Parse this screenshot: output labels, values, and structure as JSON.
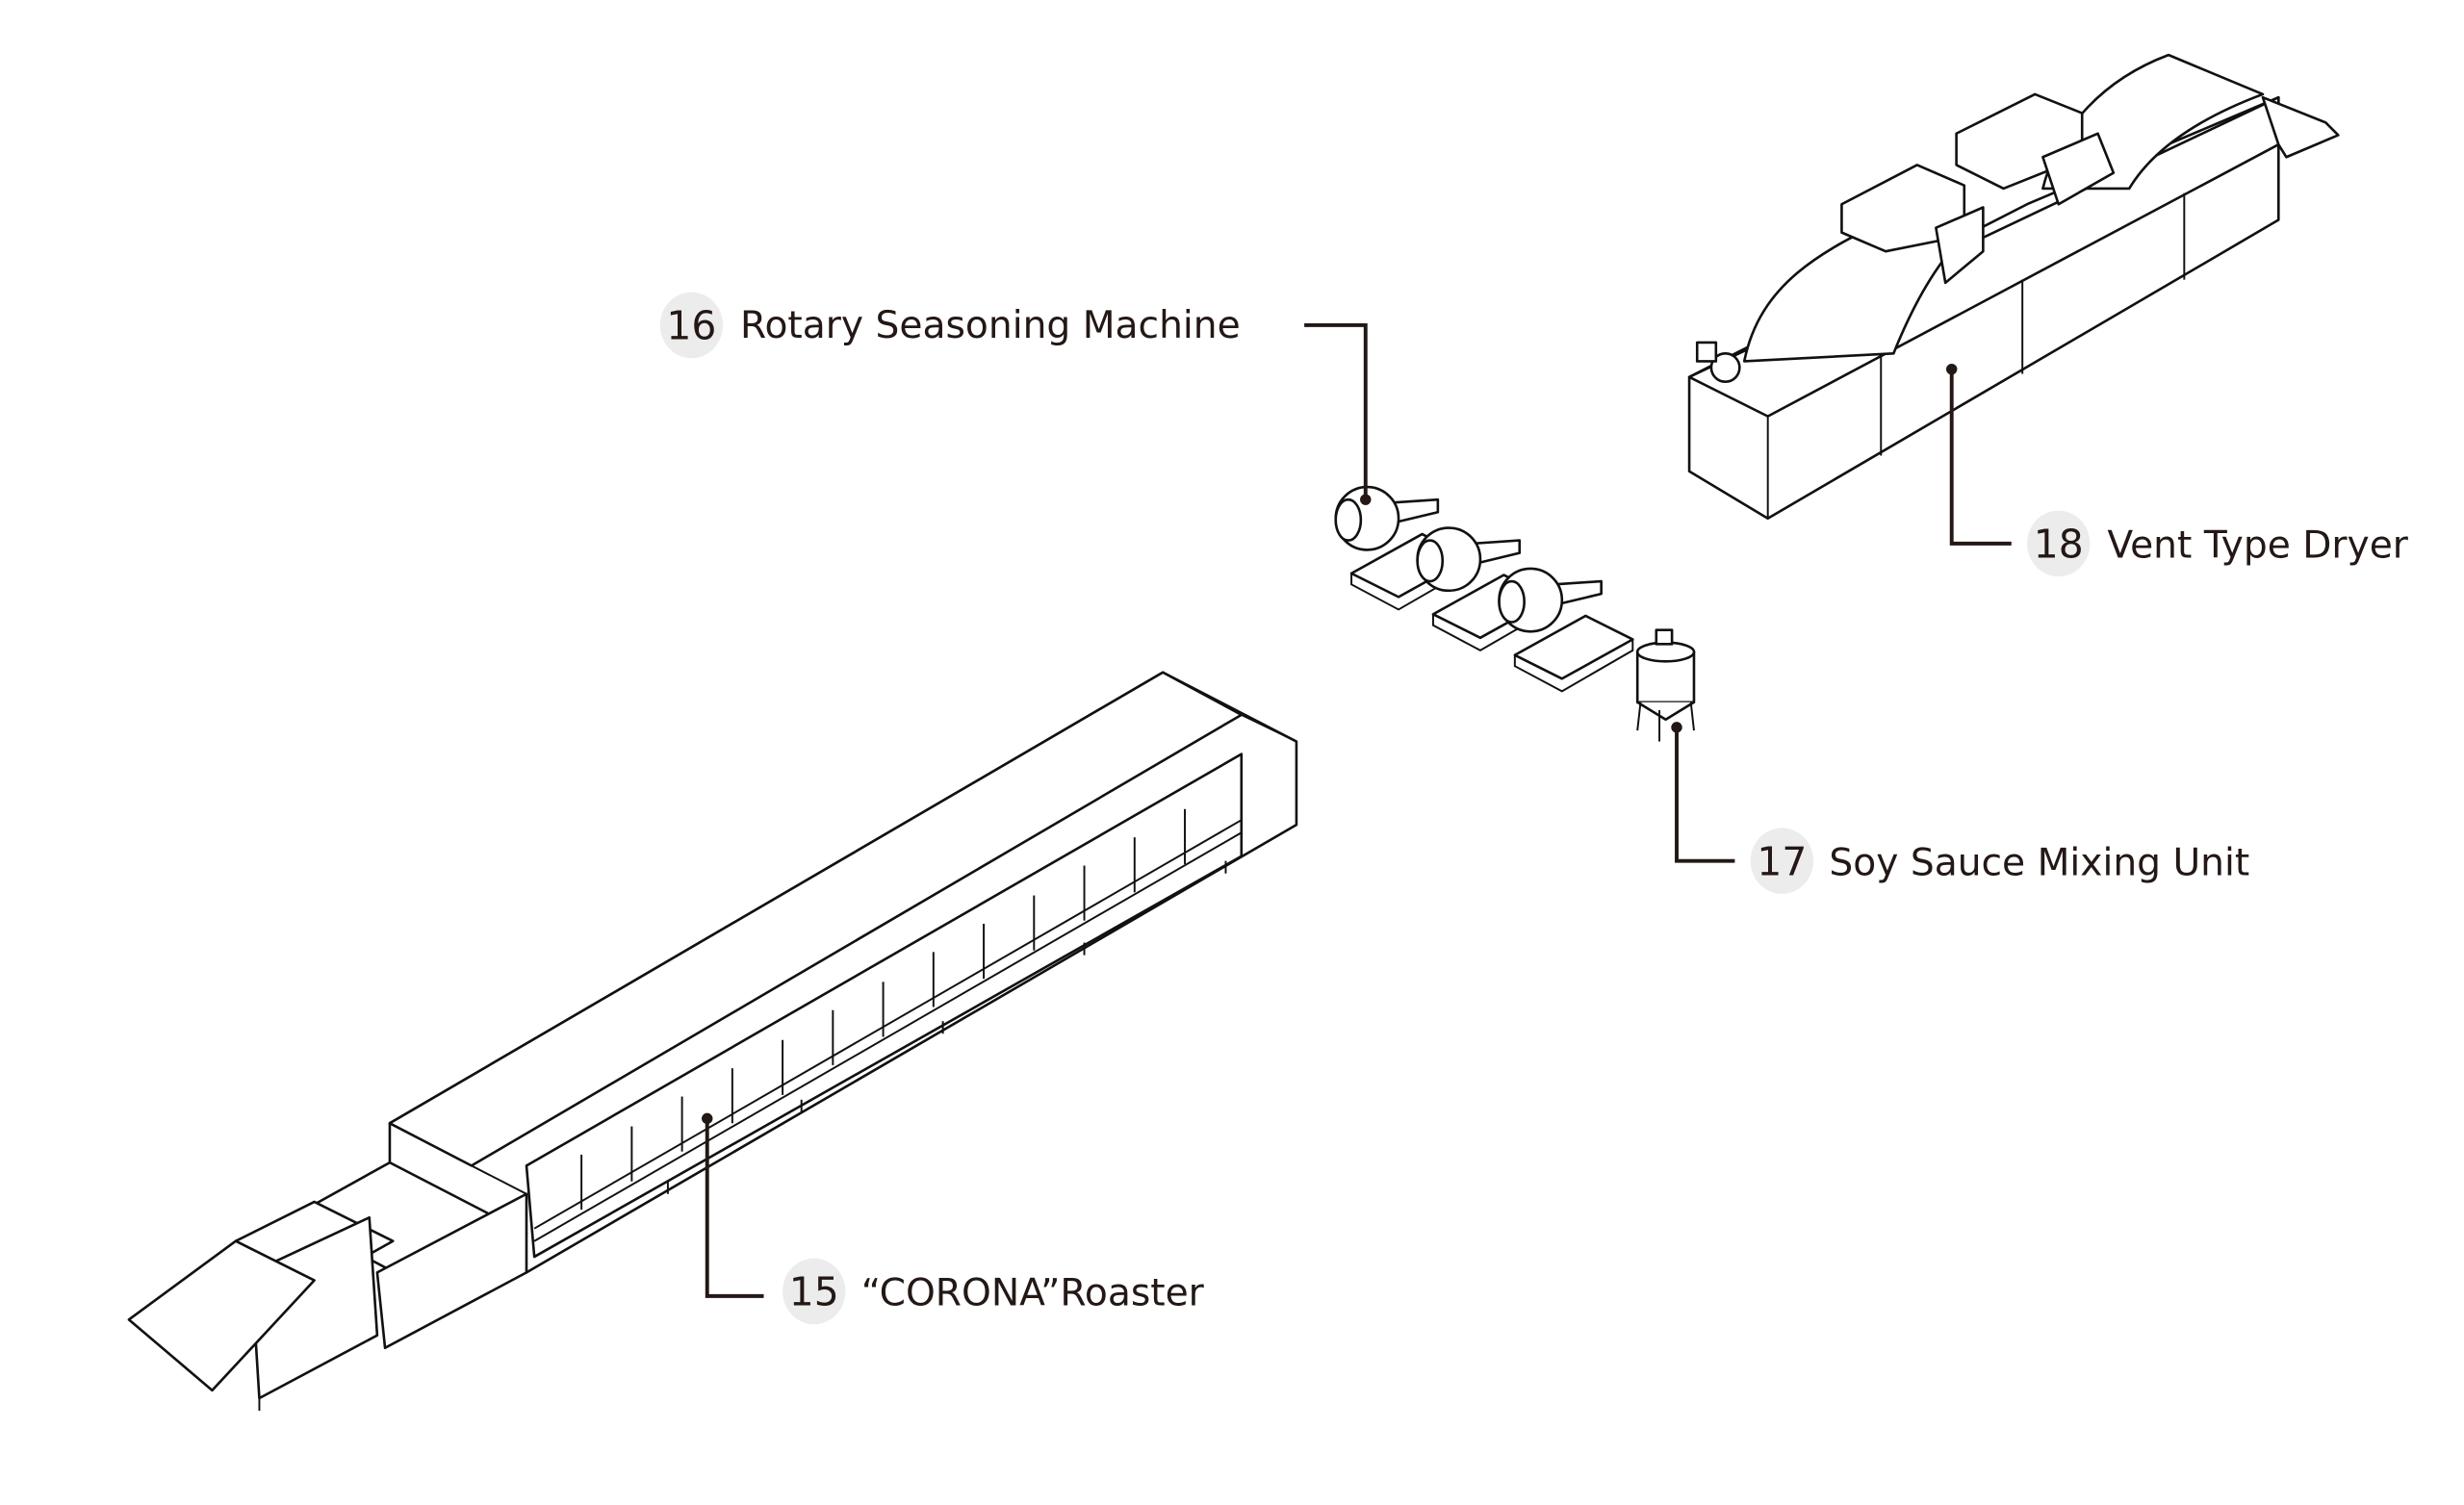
{
  "labels": [
    {
      "number": "15",
      "name": "“CORONA”Roaster"
    },
    {
      "number": "16",
      "name": "Rotary Seasoning Machine"
    },
    {
      "number": "17",
      "name": "Soy Sauce Mixing Unit"
    },
    {
      "number": "18",
      "name": "Vent Type Dryer"
    }
  ],
  "colors": {
    "line": "#231815",
    "badge": "#ececec",
    "background": "#ffffff"
  }
}
